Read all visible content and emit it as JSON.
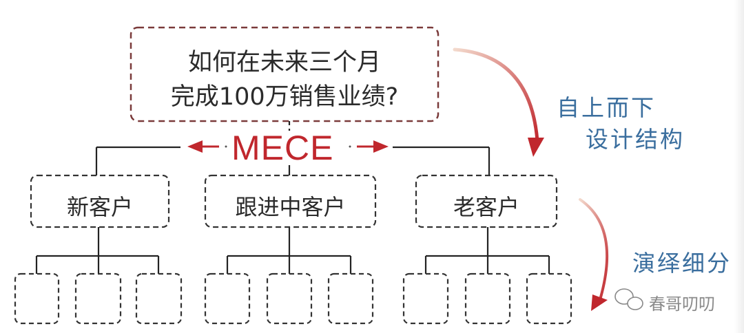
{
  "root": {
    "line1": "如何在未来三个月",
    "line2": "完成100万销售业绩?"
  },
  "principle": "MECE",
  "branches": [
    {
      "label": "新客户"
    },
    {
      "label": "跟进中客户"
    },
    {
      "label": "老客户"
    }
  ],
  "annotations": {
    "top_down_line1": "自上而下",
    "top_down_line2": "设计结构",
    "deduction": "演绎细分"
  },
  "watermark": "春哥叨叨",
  "colors": {
    "box": "#7a3a3a",
    "accent": "#c0272d",
    "blue": "#3a6e9e"
  }
}
